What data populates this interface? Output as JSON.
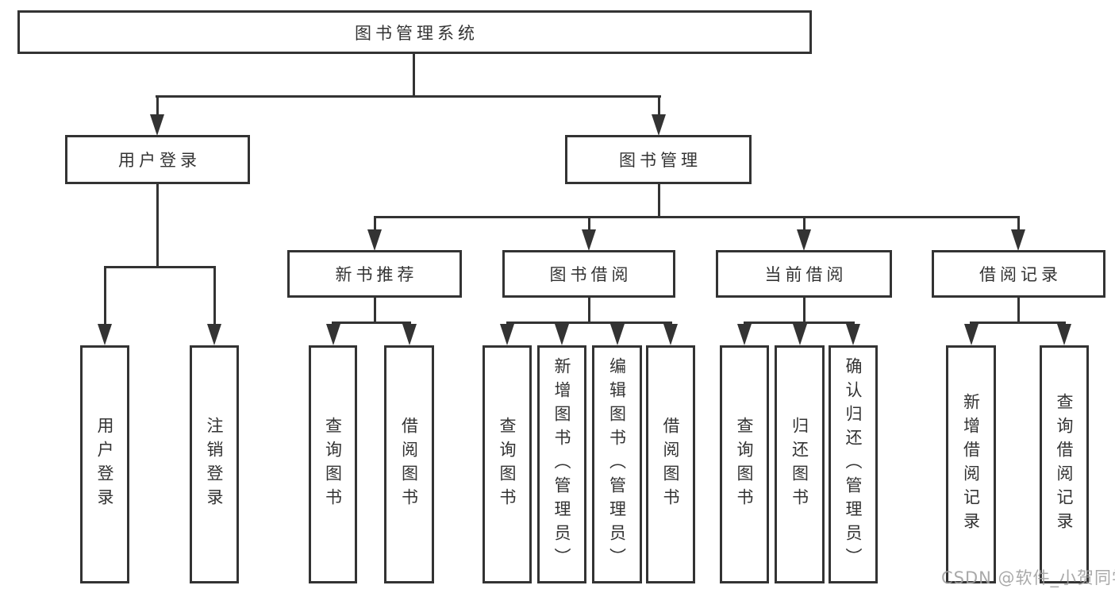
{
  "tree": {
    "label": "图书管理系统",
    "children": [
      {
        "label": "用户登录",
        "children": [
          {
            "label": "用户登录"
          },
          {
            "label": "注销登录"
          }
        ]
      },
      {
        "label": "图书管理",
        "children": [
          {
            "label": "新书推荐",
            "children": [
              {
                "label": "查询图书"
              },
              {
                "label": "借阅图书"
              }
            ]
          },
          {
            "label": "图书借阅",
            "children": [
              {
                "label": "查询图书"
              },
              {
                "label": "新增图书（管理员）"
              },
              {
                "label": "编辑图书（管理员）"
              },
              {
                "label": "借阅图书"
              }
            ]
          },
          {
            "label": "当前借阅",
            "children": [
              {
                "label": "查询图书"
              },
              {
                "label": "归还图书"
              },
              {
                "label": "确认归还（管理员）"
              }
            ]
          },
          {
            "label": "借阅记录",
            "children": [
              {
                "label": "新增借阅记录"
              },
              {
                "label": "查询借阅记录"
              }
            ]
          }
        ]
      }
    ]
  },
  "watermark": {
    "text": "CSDN @软件_小贺同学"
  },
  "colors": {
    "line": "#333333",
    "text": "#333333",
    "watermark": "#9e9e9e",
    "background": "#ffffff"
  }
}
